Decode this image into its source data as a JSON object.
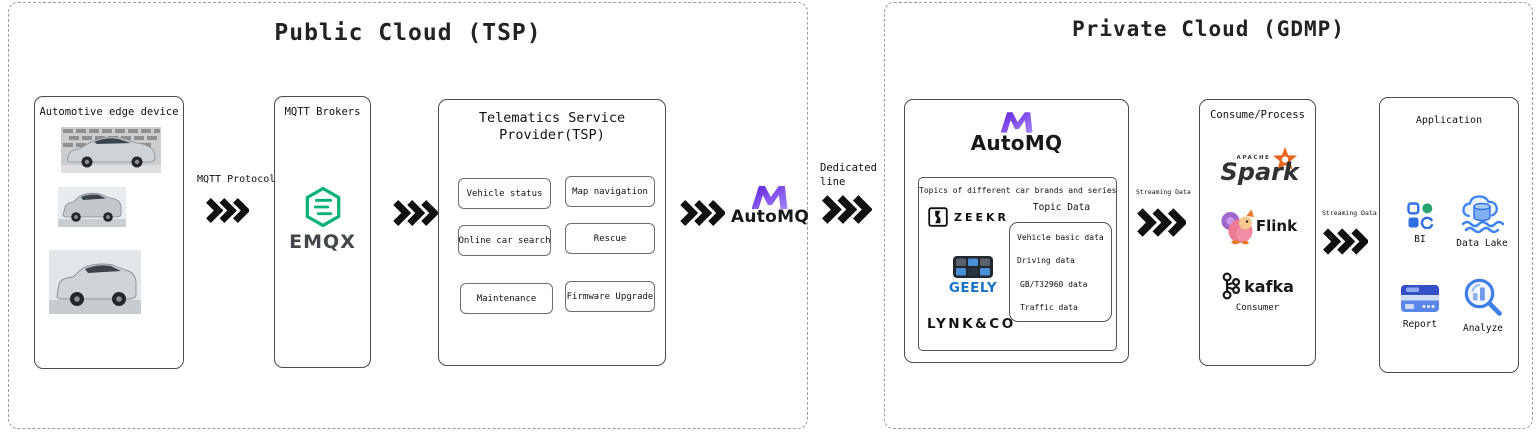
{
  "public_cloud": {
    "title": "Public Cloud (TSP)",
    "edge_device_box": {
      "title": "Automotive edge device"
    },
    "mqtt_protocol_label": "MQTT Protocol",
    "mqtt_brokers_box": {
      "title": "MQTT Brokers",
      "emqx_label": "EMQX"
    },
    "tsp_box": {
      "title": "Telematics Service Provider(TSP)",
      "buttons": [
        "Vehicle status",
        "Map navigation",
        "Online car search",
        "Rescue",
        "Maintenance",
        "Firmware Upgrade"
      ]
    },
    "automq_label": "AutoMQ"
  },
  "dedicated_line_label": "Dedicated line",
  "private_cloud": {
    "title": "Private Cloud (GDMP)",
    "automq_box": {
      "automq_label": "AutoMQ",
      "topics_title": "Topics of different car brands and series",
      "brands": {
        "zeekr": "ZEEKR",
        "geely": "GEELY",
        "lynkco": "LYNK&CO"
      },
      "topic_data_label": "Topic Data",
      "topic_items": [
        "Vehicle basic data",
        "Driving data",
        "GB/T32960 data",
        "Traffic data"
      ]
    },
    "streaming_label_left": "Streaming Data",
    "consume_box": {
      "title": "Consume/Process",
      "spark_apache_label": "APACHE",
      "spark_label": "Spark",
      "flink_label": "Flink",
      "kafka_label": "kafka",
      "kafka_consumer_label": "Consumer"
    },
    "streaming_label_right": "Streaming Data",
    "application_box": {
      "title": "Application",
      "items": [
        "BI",
        "Data Lake",
        "Report",
        "Analyze"
      ]
    }
  },
  "colors": {
    "emqx_green": "#00b173",
    "automq_purple_dark": "#6325dd",
    "automq_purple_light": "#a685fa",
    "geely_blue": "#1773c9",
    "spark_orange": "#e8641f",
    "flink_pink": "#ee7b95",
    "app_icon_blue": "#2f6fe4"
  }
}
